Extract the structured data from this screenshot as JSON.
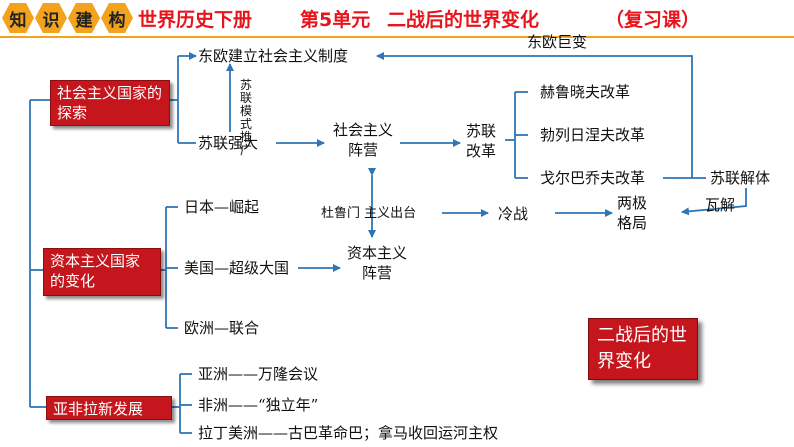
{
  "header": {
    "badge_chars": [
      "知",
      "识",
      "建",
      "构"
    ],
    "course": "世界历史下册",
    "unit": "第5单元",
    "unit_title": "二战后的世界变化",
    "lesson_type": "（复习课）"
  },
  "categories": {
    "socialist": "社会主义国家的探索",
    "capitalist": "资本主义国家的变化",
    "afro_asian": "亚非拉新发展"
  },
  "socialist": {
    "eastern_europe": "东欧建立社会主义制度",
    "soviet_model": "苏联模式推广",
    "soviet_strong": "苏联强大",
    "camp": "社会主义阵营",
    "soviet_reform": "苏联改革",
    "reforms": [
      "赫鲁晓夫改革",
      "勃列日涅夫改革",
      "戈尔巴乔夫改革"
    ],
    "dissolution": "苏联解体",
    "collapse": "瓦解",
    "eastern_upheaval": "东欧巨变"
  },
  "capitalist": {
    "japan": "日本—崛起",
    "usa": "美国—超级大国",
    "europe": "欧洲—联合",
    "camp": "资本主义阵营"
  },
  "cold_war": {
    "truman": "杜鲁门 主义出台",
    "cold_war": "冷战",
    "bipolar": "两极格局"
  },
  "afro_asian": {
    "asia": "亚洲——万隆会议",
    "africa": "非洲——“独立年”",
    "latin_america": "拉丁美洲——古巴革命巴；拿马收回运河主权"
  },
  "summary": "二战后的世界变化",
  "colors": {
    "accent_red": "#e8141c",
    "box_red": "#c4161c",
    "line_blue": "#2e75b6",
    "badge_orange": "#f2a21c"
  }
}
